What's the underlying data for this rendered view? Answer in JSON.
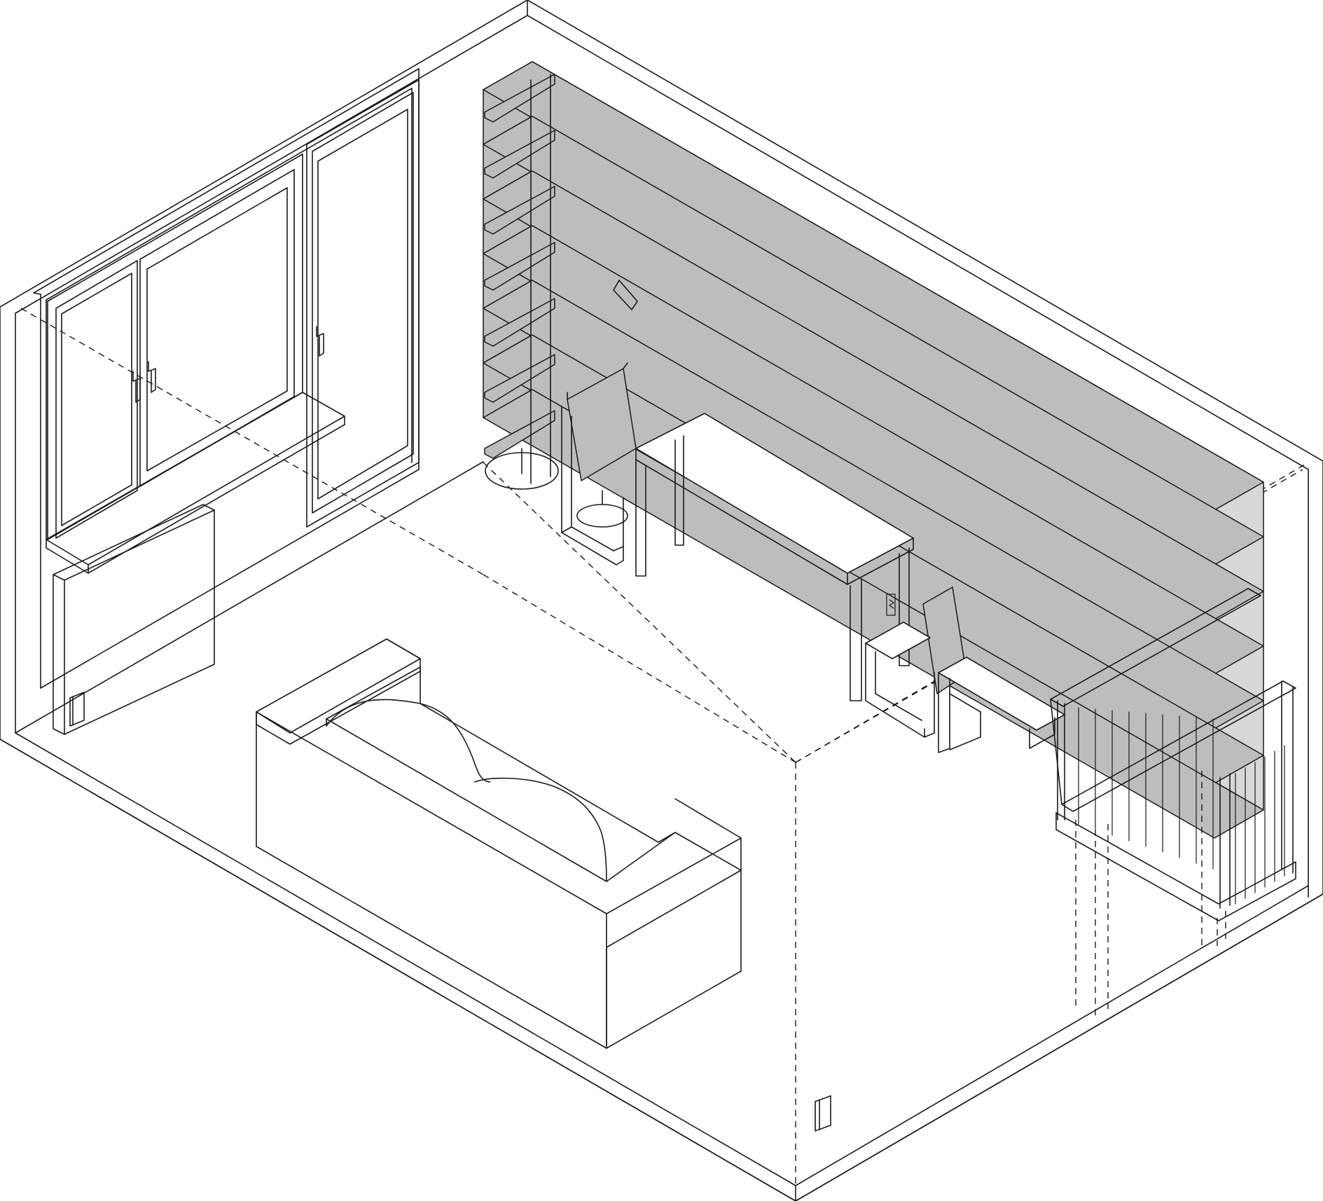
{
  "drawing": {
    "style": "isometric line drawing",
    "colors": {
      "line": "#1a1a1a",
      "background": "#ffffff",
      "shelf_panel": "#bdbdbd"
    },
    "objects": [
      "room-walls",
      "window",
      "balcony-door",
      "window-sill",
      "radiator",
      "wall-outlet-left",
      "bookshelf-wall",
      "floor-lamp",
      "chair",
      "desk",
      "stool",
      "low-bench",
      "crib",
      "sofa",
      "wall-outlet-right",
      "wall-pictures"
    ]
  }
}
